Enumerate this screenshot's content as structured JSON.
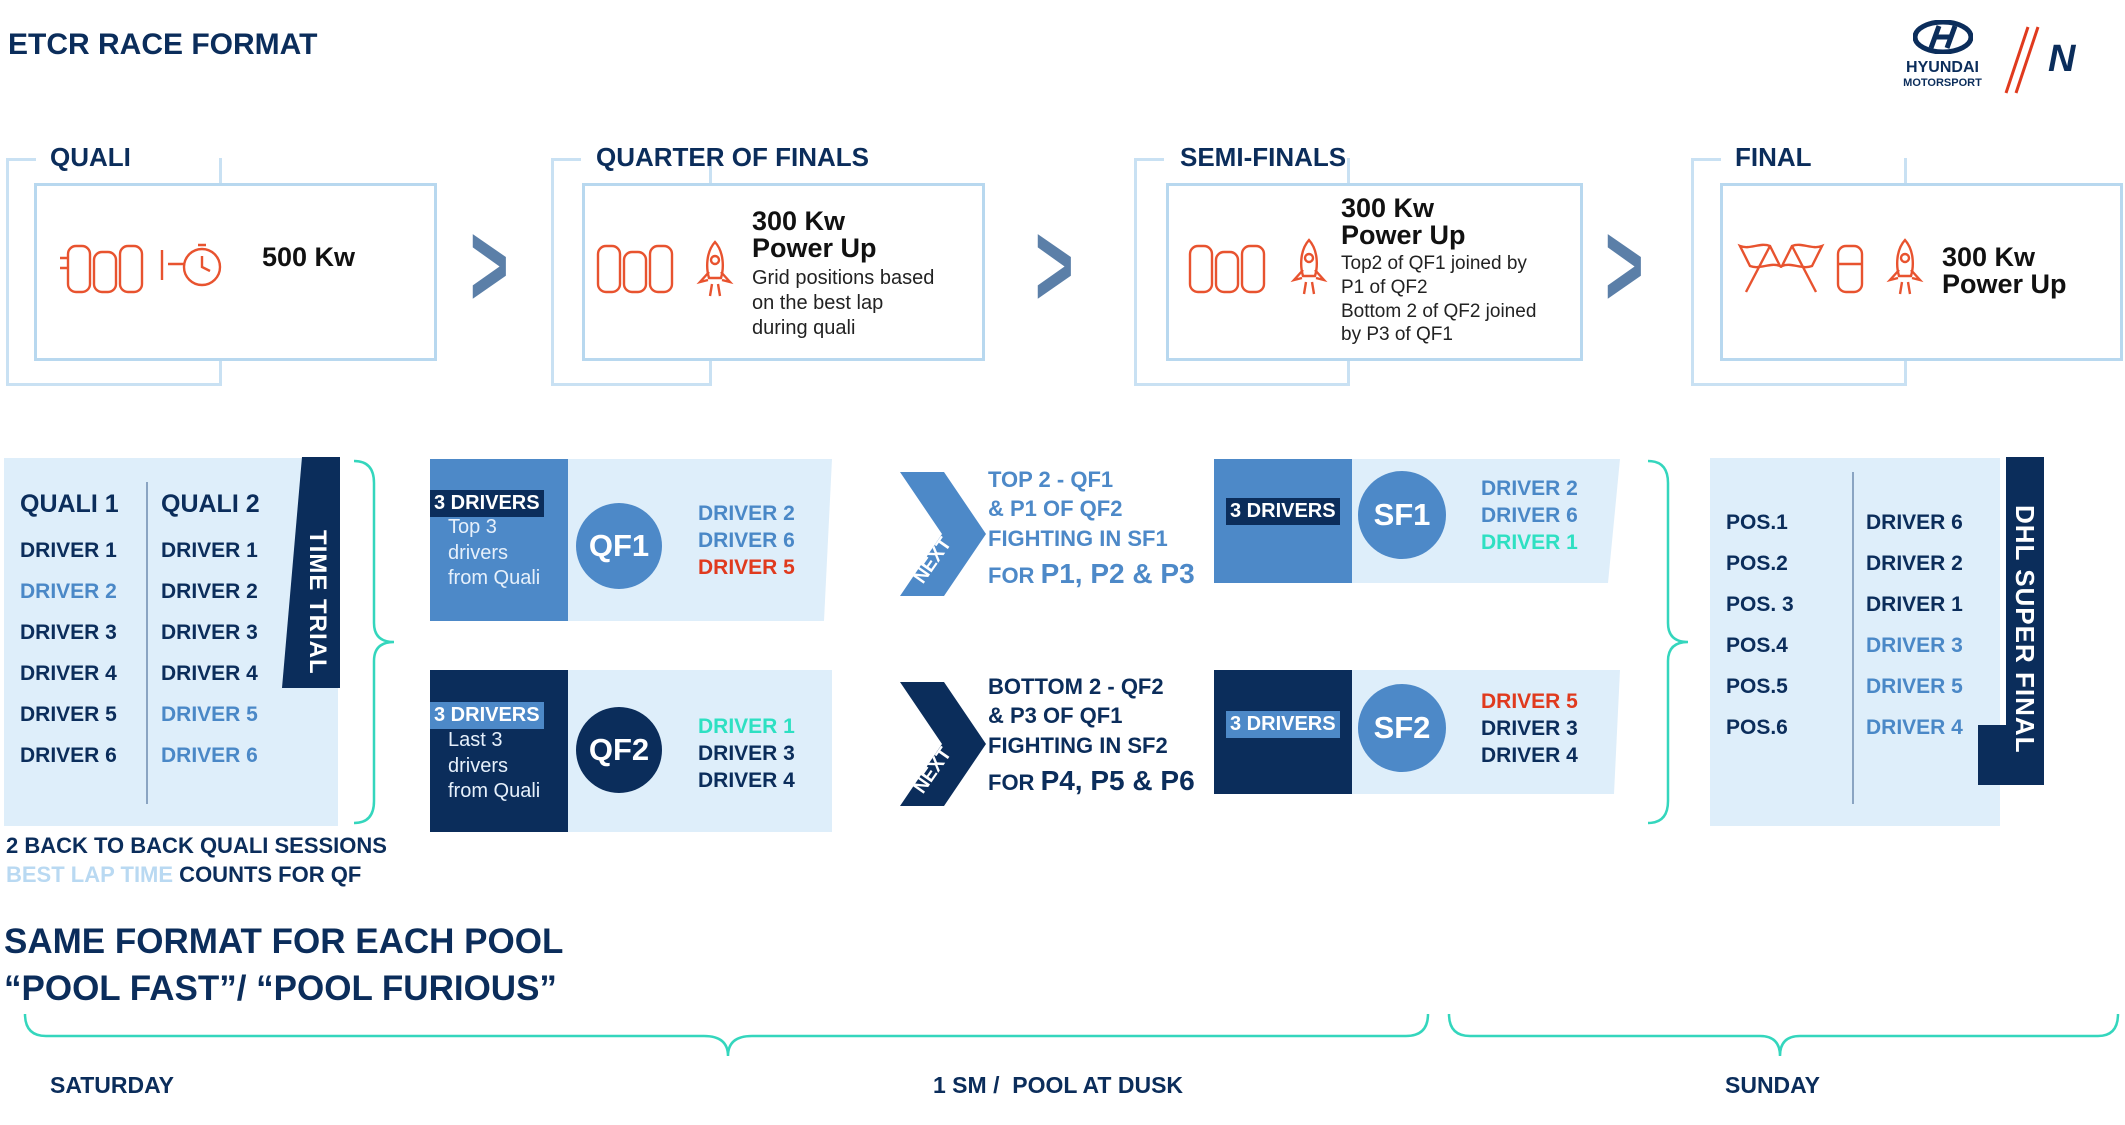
{
  "title": "ETCR RACE FORMAT",
  "logo": {
    "brand": "HYUNDAI",
    "sub": "MOTORSPORT",
    "n_mark": "N"
  },
  "stages": [
    {
      "title": "QUALI",
      "value": "500 Kw",
      "icons": [
        "cars-icon",
        "stopwatch-icon"
      ]
    },
    {
      "title": "QUARTER OF FINALS",
      "value": "300 Kw\nPower Up",
      "desc": "Grid positions based\non the best lap\nduring quali",
      "icons": [
        "cars-icon",
        "rocket-icon"
      ]
    },
    {
      "title": "SEMI-FINALS",
      "value": "300 Kw\nPower Up",
      "desc": "Top2 of QF1 joined by\nP1 of QF2\nBottom 2 of QF2 joined\nby P3 of QF1",
      "icons": [
        "cars-icon",
        "rocket-icon"
      ]
    },
    {
      "title": "FINAL",
      "value": "300 Kw\nPower Up",
      "icons": [
        "flags-icon",
        "car-icon",
        "rocket-icon"
      ]
    }
  ],
  "quali": {
    "q1": {
      "head": "QUALI 1",
      "drivers": [
        "DRIVER 1",
        "DRIVER 2",
        "DRIVER 3",
        "DRIVER 4",
        "DRIVER 5",
        "DRIVER 6"
      ]
    },
    "q2": {
      "head": "QUALI 2",
      "drivers": [
        "DRIVER 1",
        "DRIVER 2",
        "DRIVER 3",
        "DRIVER 4",
        "DRIVER 5",
        "DRIVER 6"
      ]
    },
    "time_trial": "TIME TRIAL",
    "note_line1": "2 BACK TO BACK QUALI SESSIONS",
    "note_hl": "BEST LAP TIME",
    "note_rest": " COUNTS FOR QF"
  },
  "qf": [
    {
      "tag": "3 DRIVERS",
      "sub": "Top 3\ndrivers\nfrom Quali",
      "name": "QF1",
      "drivers": [
        "DRIVER 2",
        "DRIVER 6",
        "DRIVER 5"
      ]
    },
    {
      "tag": "3 DRIVERS",
      "sub": "Last 3\ndrivers\nfrom Quali",
      "name": "QF2",
      "drivers": [
        "DRIVER 1",
        "DRIVER 3",
        "DRIVER 4"
      ]
    }
  ],
  "next": [
    {
      "label": "NEXT",
      "line1": "TOP 2 - QF1",
      "line2": "& P1 OF QF2",
      "line3": "FIGHTING IN SF1",
      "for": "FOR ",
      "pos": "P1, P2 & P3"
    },
    {
      "label": "NEXT",
      "line1": "BOTTOM 2 - QF2",
      "line2": "& P3 OF QF1",
      "line3": "FIGHTING IN SF2",
      "for": "FOR ",
      "pos": "P4, P5 & P6"
    }
  ],
  "sf": [
    {
      "tag": "3 DRIVERS",
      "name": "SF1",
      "drivers": [
        "DRIVER 2",
        "DRIVER 6",
        "DRIVER 1"
      ]
    },
    {
      "tag": "3 DRIVERS",
      "name": "SF2",
      "drivers": [
        "DRIVER 5",
        "DRIVER 3",
        "DRIVER 4"
      ]
    }
  ],
  "final": {
    "positions": [
      "POS.1",
      "POS.2",
      "POS. 3",
      "POS.4",
      "POS.5",
      "POS.6"
    ],
    "drivers": [
      "DRIVER 6",
      "DRIVER 2",
      "DRIVER 1",
      "DRIVER 3",
      "DRIVER 5",
      "DRIVER 4"
    ],
    "label": "DHL SUPER FINAL"
  },
  "same_format_line1": "SAME FORMAT FOR EACH POOL",
  "same_format_line2": "“POOL FAST”/ “POOL FURIOUS”",
  "days": {
    "saturday": "SATURDAY",
    "middle": "1 SM /  POOL AT DUSK",
    "sunday": "SUNDAY"
  },
  "colors": {
    "navy": "#0b2d5b",
    "mid_blue": "#4d89c8",
    "light_blue": "#deeefa",
    "red": "#e03a1e",
    "teal": "#2ee0c2"
  }
}
